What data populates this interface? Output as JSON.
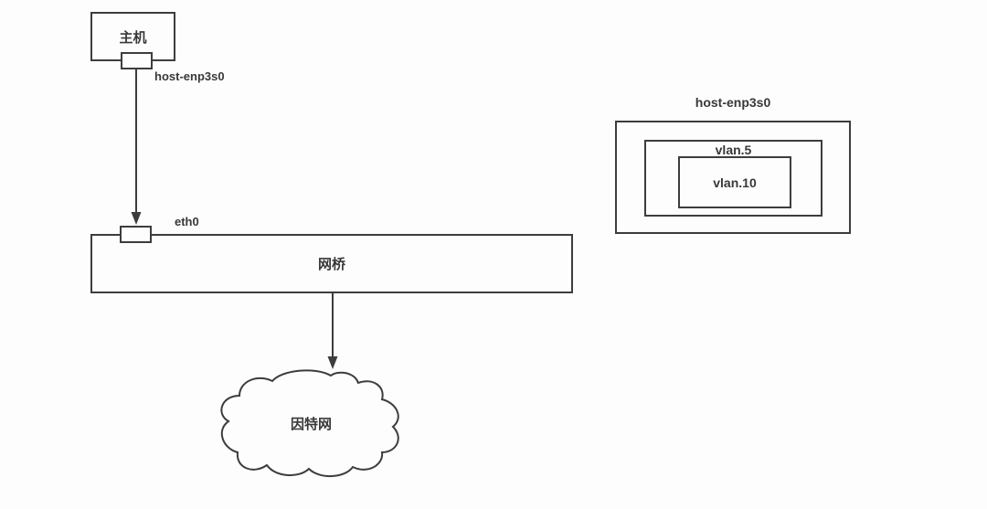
{
  "diagram": {
    "background_color": "#fdfdfd",
    "line_color": "#3d3d3d",
    "text_color": "#383838"
  },
  "host": {
    "label": "主机",
    "port_label": "host-enp3s0"
  },
  "bridge": {
    "label": "网桥",
    "port_label": "eth0"
  },
  "internet": {
    "label": "因特网"
  },
  "vlan_group": {
    "title": "host-enp3s0",
    "vlan5_label": "vlan.5",
    "vlan10_label": "vlan.10"
  }
}
